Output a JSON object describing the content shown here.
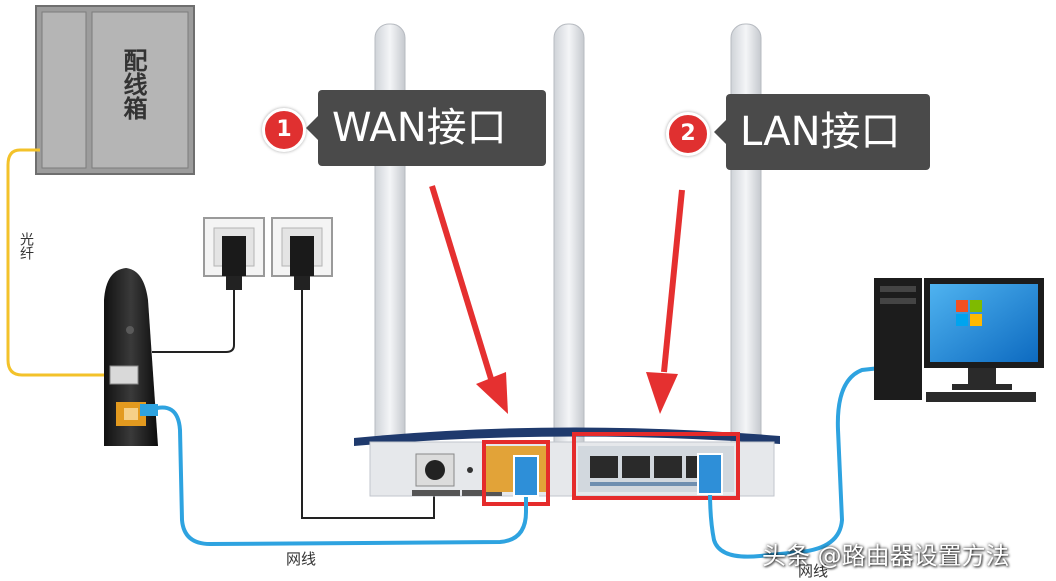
{
  "cabinet": {
    "label": "配线箱"
  },
  "fiber": {
    "label": "光纤"
  },
  "callouts": {
    "wan": {
      "number": "1",
      "text": "WAN接口"
    },
    "lan": {
      "number": "2",
      "text": "LAN接口"
    }
  },
  "cables": {
    "label_left": "网线",
    "label_right": "网线"
  },
  "watermark": "头条 @路由器设置方法",
  "colors": {
    "callout_bg": "#4a4a4a",
    "badge_red": "#e03030",
    "highlight_red": "#e52b2b",
    "arrow_red": "#e53030",
    "network_cable": "#2ea3e0",
    "fiber_cable": "#f3c22a",
    "router_body": "#e6e8eb",
    "router_accent": "#1f3a6d"
  },
  "icons": [
    "router-icon",
    "computer-icon",
    "optical-modem-icon",
    "power-socket-icon",
    "power-adapter-icon",
    "distribution-box-icon"
  ]
}
